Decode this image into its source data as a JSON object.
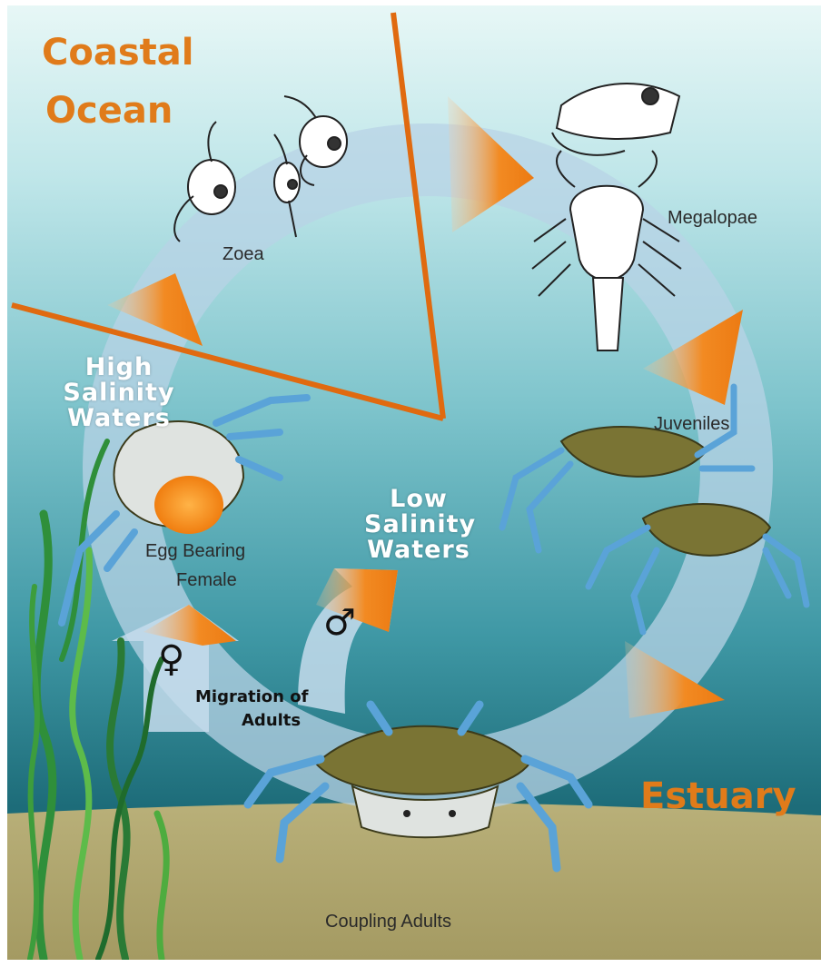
{
  "regions": {
    "coastal_ocean_line1": "Coastal",
    "coastal_ocean_line2": "Ocean",
    "estuary": "Estuary"
  },
  "salinity": {
    "high": [
      "High",
      "Salinity",
      "Waters"
    ],
    "low": [
      "Low",
      "Salinity",
      "Waters"
    ]
  },
  "stages": {
    "zoea": "Zoea",
    "megalopae": "Megalopae",
    "juveniles": "Juveniles",
    "egg_bearing_female_line1": "Egg Bearing",
    "egg_bearing_female_line2": "Female",
    "coupling_adults": "Coupling Adults"
  },
  "migration": {
    "line1": "Migration of",
    "line2": "Adults"
  },
  "symbols": {
    "female": "♀",
    "male": "♂"
  },
  "colors": {
    "region_text": "#e07b1a",
    "arrow_orange": "#f28a22",
    "cycle_ring": "#b8d3e6",
    "crab_shell": "#7a7434",
    "crab_legs": "#5aa3d8"
  }
}
